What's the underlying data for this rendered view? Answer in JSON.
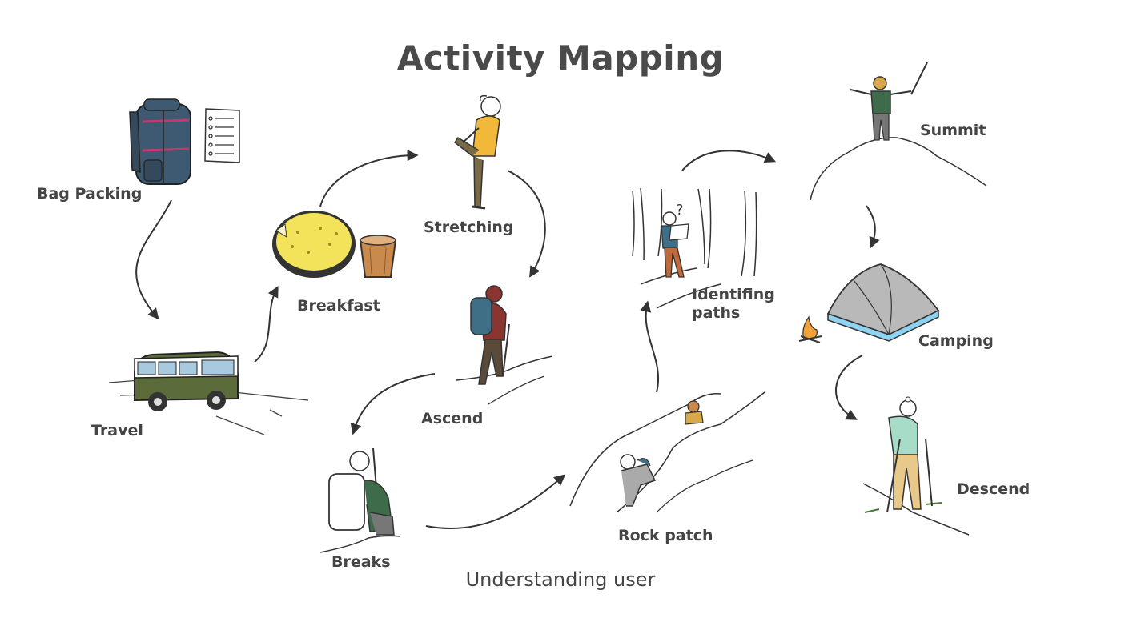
{
  "title": "Activity Mapping",
  "caption": "Understanding user",
  "steps": [
    {
      "id": "bag-packing",
      "label": "Bag Packing"
    },
    {
      "id": "travel",
      "label": "Travel"
    },
    {
      "id": "breakfast",
      "label": "Breakfast"
    },
    {
      "id": "stretching",
      "label": "Stretching"
    },
    {
      "id": "ascend",
      "label": "Ascend"
    },
    {
      "id": "breaks",
      "label": "Breaks"
    },
    {
      "id": "rock-patch",
      "label": "Rock patch"
    },
    {
      "id": "identifing-paths",
      "label": "Identifing paths",
      "line1": "Identifing",
      "line2": "paths"
    },
    {
      "id": "summit",
      "label": "Summit"
    },
    {
      "id": "camping",
      "label": "Camping"
    },
    {
      "id": "descend",
      "label": "Descend"
    }
  ],
  "colors": {
    "backpack": "#3e5a72",
    "backpack_strap": "#c23a6b",
    "van": "#5b6b3a",
    "van_window": "#a9c9de",
    "jacket_yellow": "#f2b83a",
    "hiker_red": "#8a3530",
    "hiker_pack": "#3f6f86",
    "green_jacket": "#3e6b4a",
    "tent_grey": "#b9b9b9",
    "tent_blue": "#8fd3f2",
    "descend_jacket": "#a7dcc9",
    "descend_pants": "#e9c98a",
    "porridge": "#f3e35a",
    "tea": "#c98a4e"
  }
}
